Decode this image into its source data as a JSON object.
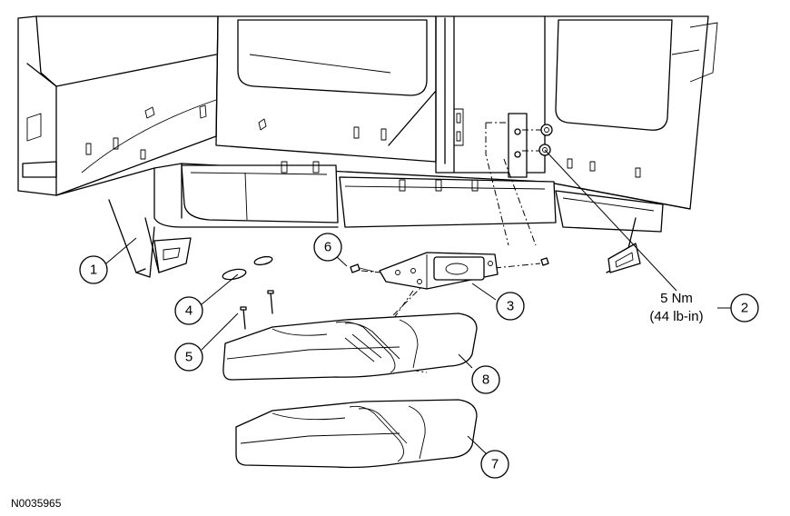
{
  "figure_id": "N0035965",
  "torque_spec": {
    "line1": "5 Nm",
    "line2": "(44 lb-in)"
  },
  "callouts": [
    {
      "id": "1",
      "label": "1"
    },
    {
      "id": "2",
      "label": "2"
    },
    {
      "id": "3",
      "label": "3"
    },
    {
      "id": "4",
      "label": "4"
    },
    {
      "id": "5",
      "label": "5"
    },
    {
      "id": "6",
      "label": "6"
    },
    {
      "id": "7",
      "label": "7"
    },
    {
      "id": "8",
      "label": "8"
    }
  ]
}
